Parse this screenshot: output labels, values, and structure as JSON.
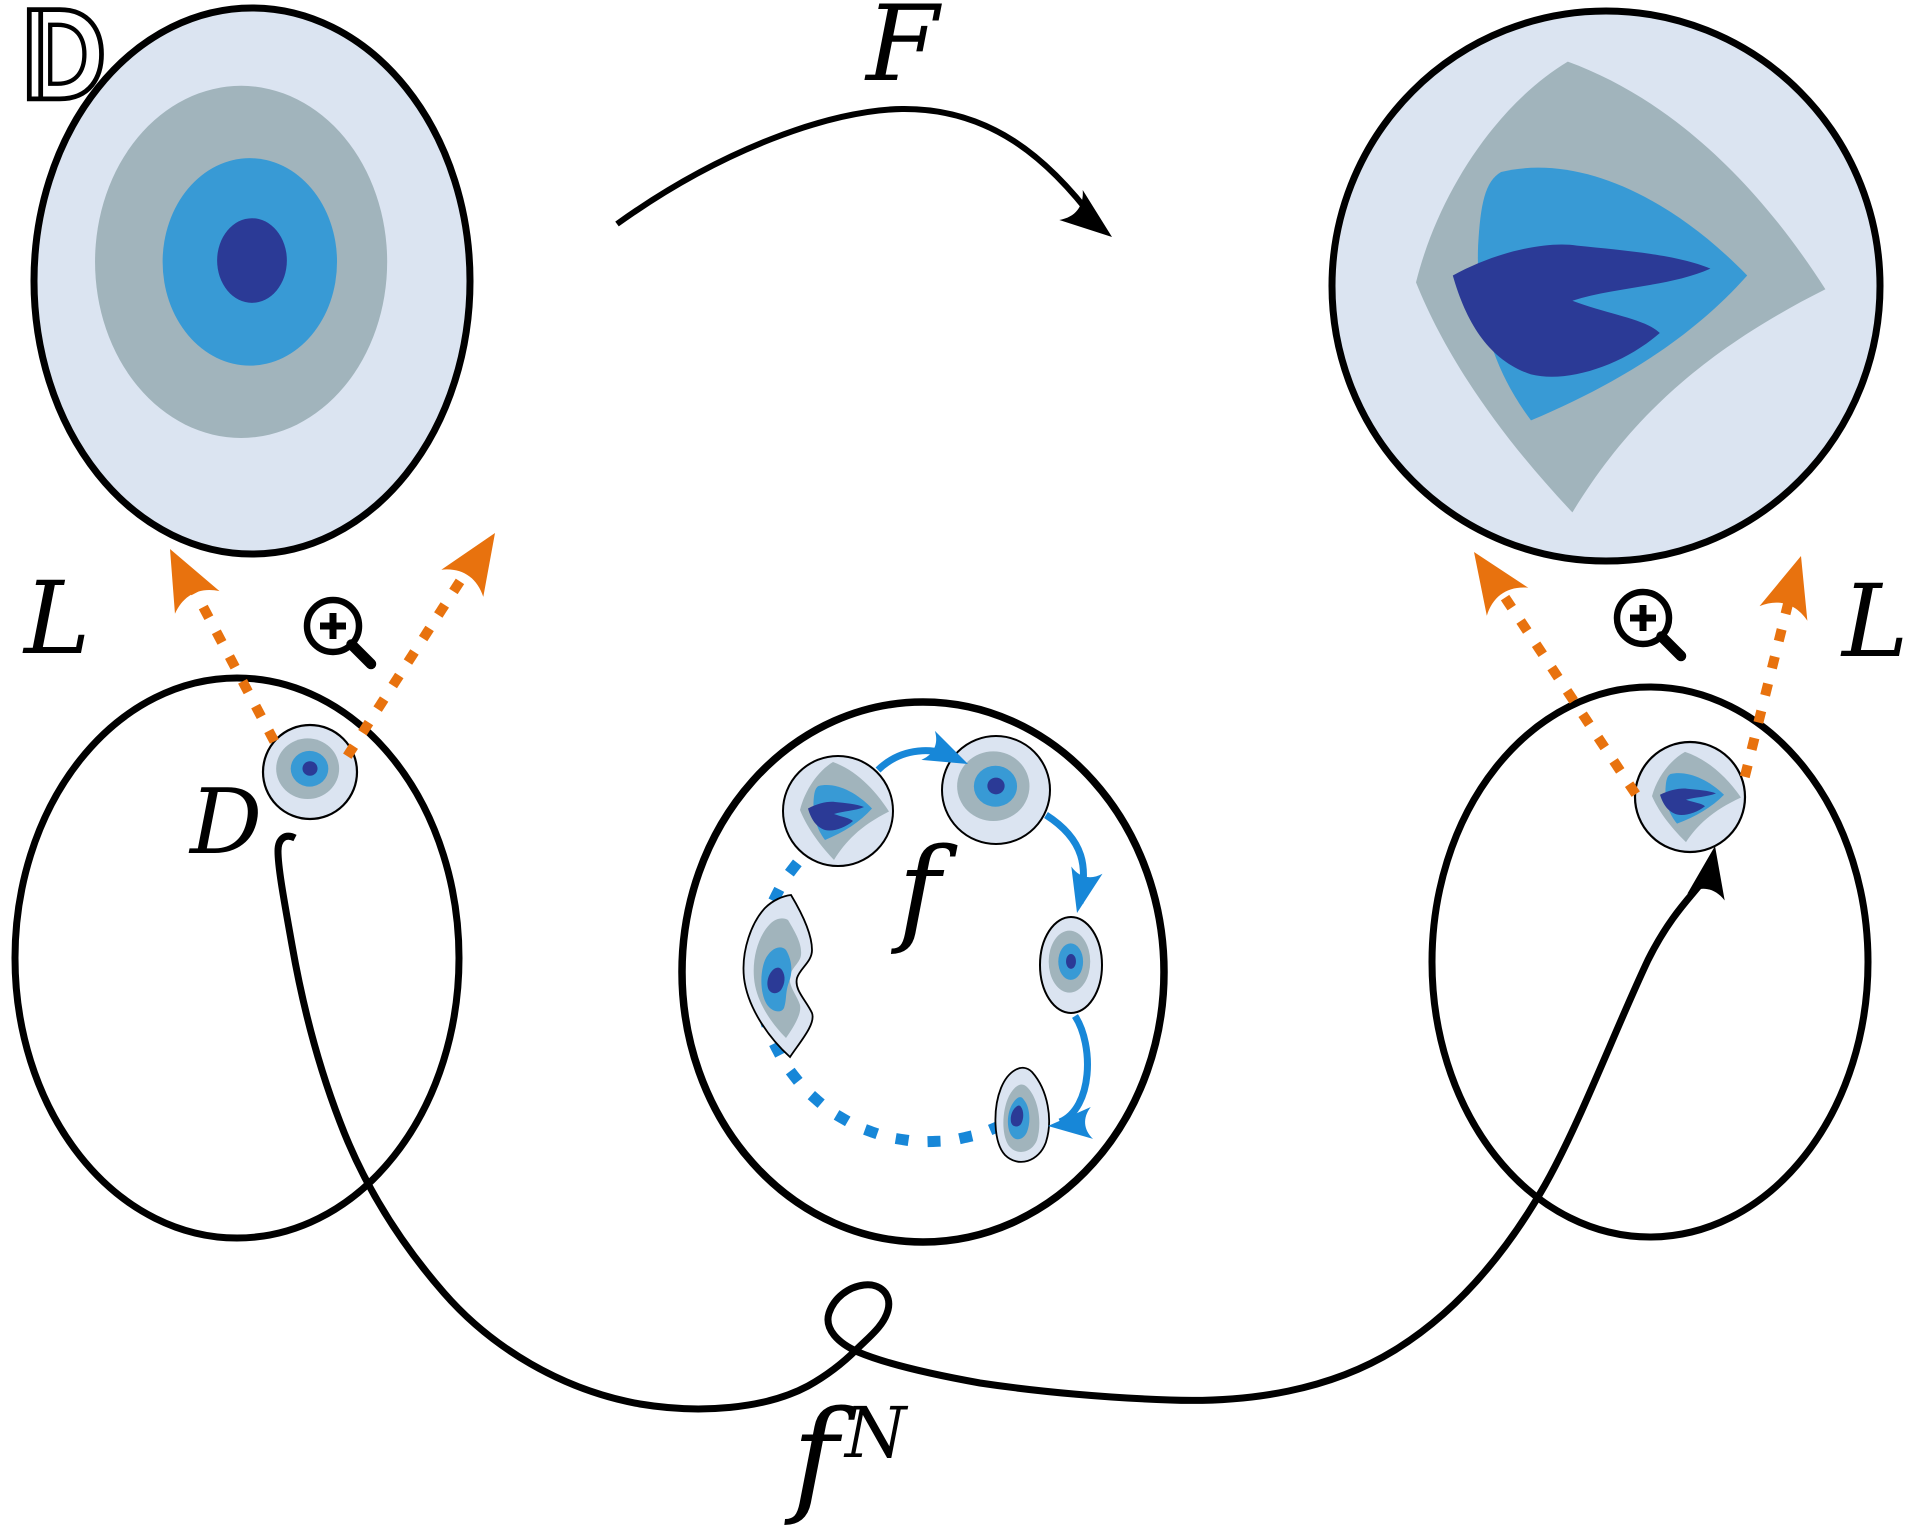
{
  "palette": {
    "background": "#ffffff",
    "outline-black": "#000000",
    "light-blue": "#dbe4f1",
    "gray-blue": "#a1b4bc",
    "mid-blue": "#389ad5",
    "navy-blue": "#2b3a96",
    "orange": "#e8720e",
    "arrow-blue": "#1787d8"
  },
  "labels": {
    "blackboard_D": "𝔻",
    "map_F": "F",
    "scaling_L_left": "L",
    "scaling_L_right": "L",
    "disk_D": "D",
    "map_f": "f",
    "return_map_base": "f",
    "return_map_exponent": "N"
  },
  "icons": {
    "magnifier_left": "zoom-in-icon",
    "magnifier_right": "zoom-in-icon"
  }
}
